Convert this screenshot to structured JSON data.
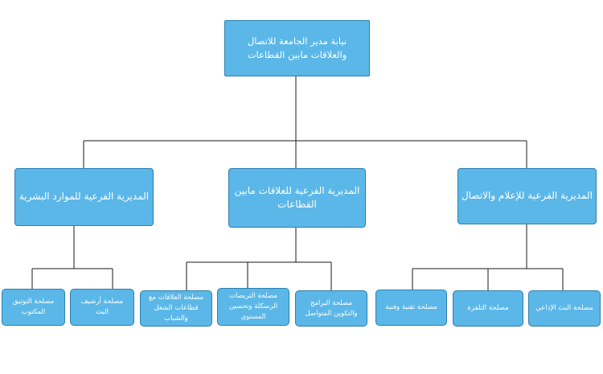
{
  "colors": {
    "box_fill": "#5bb7e8",
    "box_border": "#2c7fb0",
    "line": "#1a1a1a",
    "text": "#ffffff"
  },
  "root": {
    "text": "نيابة مدير الجامعة للاتصال\nوالعلاقات مابين القطاعات"
  },
  "branches": {
    "right": {
      "text": "المديرية الفرعية للإعلام والاتصال",
      "children": [
        "مصلحة البث الإذاعي",
        "مصلحة التلفزة",
        "مصلحة تقنية وفنية"
      ]
    },
    "middle": {
      "text": "المديرية الفرعية للعلاقات مابين\nالقطاعات",
      "children": [
        "مصلحة البرامج\nوالتكوين المتواصل",
        "مصلحة التربصات\nالرسكلة وتحسين\nالمستوى",
        "مصلحة العلاقات مع\nقطاعات الشغل\nوالشباب"
      ]
    },
    "left": {
      "text": "المديرية الفرعية  للموارد البشرية",
      "children": [
        "مصلحة أرشيف\nالبث",
        "مصلحة التوثيق\nالمكتوب"
      ]
    }
  }
}
